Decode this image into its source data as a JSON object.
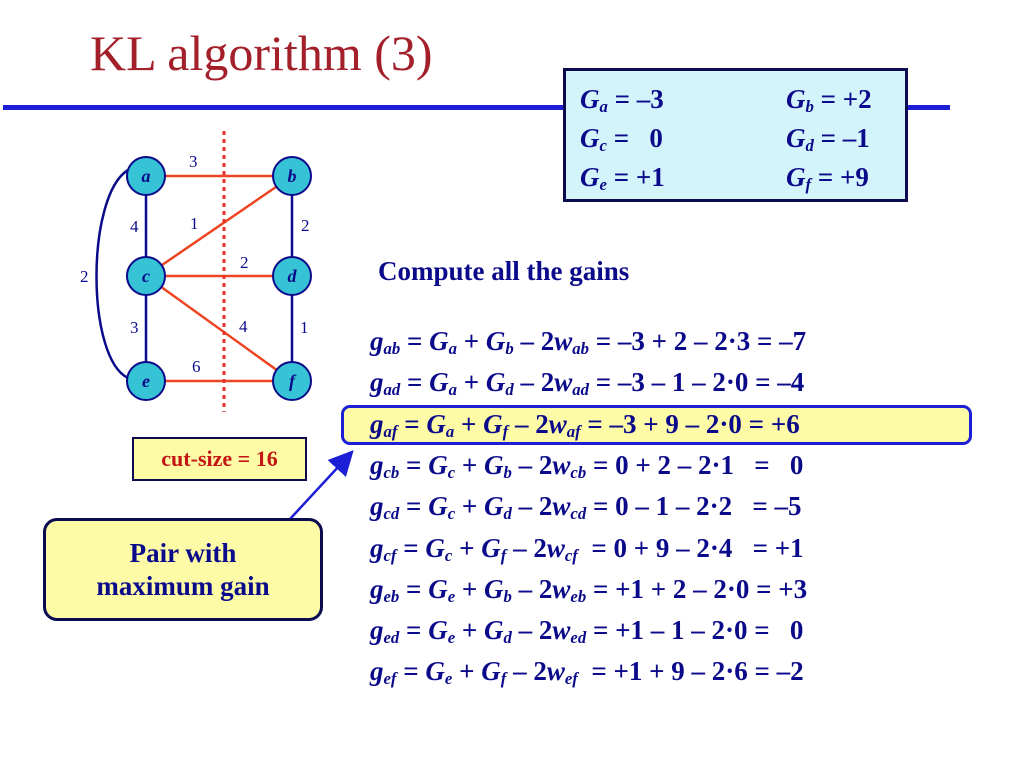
{
  "title": "KL algorithm (3)",
  "colors": {
    "title": "#a3202a",
    "rule": "#1d1fd6",
    "text": "#0a0a8a",
    "node_fill": "#37c3d6",
    "edge": "#ee4422",
    "cut_line": "#e8332a",
    "box_fill": "#fdfba6",
    "gain_box_fill": "#d4f4fb"
  },
  "gains": {
    "a": {
      "label": "a",
      "value": "= –3"
    },
    "b": {
      "label": "b",
      "value": "= +2"
    },
    "c": {
      "label": "c",
      "value": "=   0"
    },
    "d": {
      "label": "d",
      "value": "= –1"
    },
    "e": {
      "label": "e",
      "value": "= +1"
    },
    "f": {
      "label": "f",
      "value": "= +9"
    }
  },
  "graph": {
    "nodes": [
      "a",
      "b",
      "c",
      "d",
      "e",
      "f"
    ],
    "edges": [
      {
        "from": "a",
        "to": "b",
        "weight": "3",
        "cut": true
      },
      {
        "from": "a",
        "to": "c",
        "weight": "4",
        "cut": false
      },
      {
        "from": "a",
        "to": "e",
        "weight": "2",
        "cut": false
      },
      {
        "from": "c",
        "to": "b",
        "weight": "1",
        "cut": true
      },
      {
        "from": "c",
        "to": "d",
        "weight": "2",
        "cut": true
      },
      {
        "from": "b",
        "to": "d",
        "weight": "2",
        "cut": false
      },
      {
        "from": "c",
        "to": "e",
        "weight": "3",
        "cut": false
      },
      {
        "from": "c",
        "to": "f",
        "weight": "4",
        "cut": true
      },
      {
        "from": "d",
        "to": "f",
        "weight": "1",
        "cut": false
      },
      {
        "from": "e",
        "to": "f",
        "weight": "6",
        "cut": true
      }
    ]
  },
  "cut_size": "cut-size = 16",
  "callout": {
    "line1": "Pair with",
    "line2": "maximum gain"
  },
  "compute_label": "Compute all the gains",
  "highlighted_pair": "af",
  "pair_gains": [
    {
      "pair": "ab",
      "u": "a",
      "v": "b",
      "calc": " = –3 + 2 – 2·3 = –7"
    },
    {
      "pair": "ad",
      "u": "a",
      "v": "d",
      "calc": " = –3 – 1 – 2·0 = –4"
    },
    {
      "pair": "af",
      "u": "a",
      "v": "f",
      "calc": " = –3 + 9 – 2·0 = +6"
    },
    {
      "pair": "cb",
      "u": "c",
      "v": "b",
      "calc": " = 0 + 2 – 2·1   =   0"
    },
    {
      "pair": "cd",
      "u": "c",
      "v": "d",
      "calc": " = 0 – 1 – 2·2   = –5"
    },
    {
      "pair": "cf",
      "u": "c",
      "v": "f",
      "calc": "  = 0 + 9 – 2·4   = +1"
    },
    {
      "pair": "eb",
      "u": "e",
      "v": "b",
      "calc": " = +1 + 2 – 2·0 = +3"
    },
    {
      "pair": "ed",
      "u": "e",
      "v": "d",
      "calc": " = +1 – 1 – 2·0 =   0"
    },
    {
      "pair": "ef",
      "u": "e",
      "v": "f",
      "calc": "  = +1 + 9 – 2·6 = –2"
    }
  ]
}
